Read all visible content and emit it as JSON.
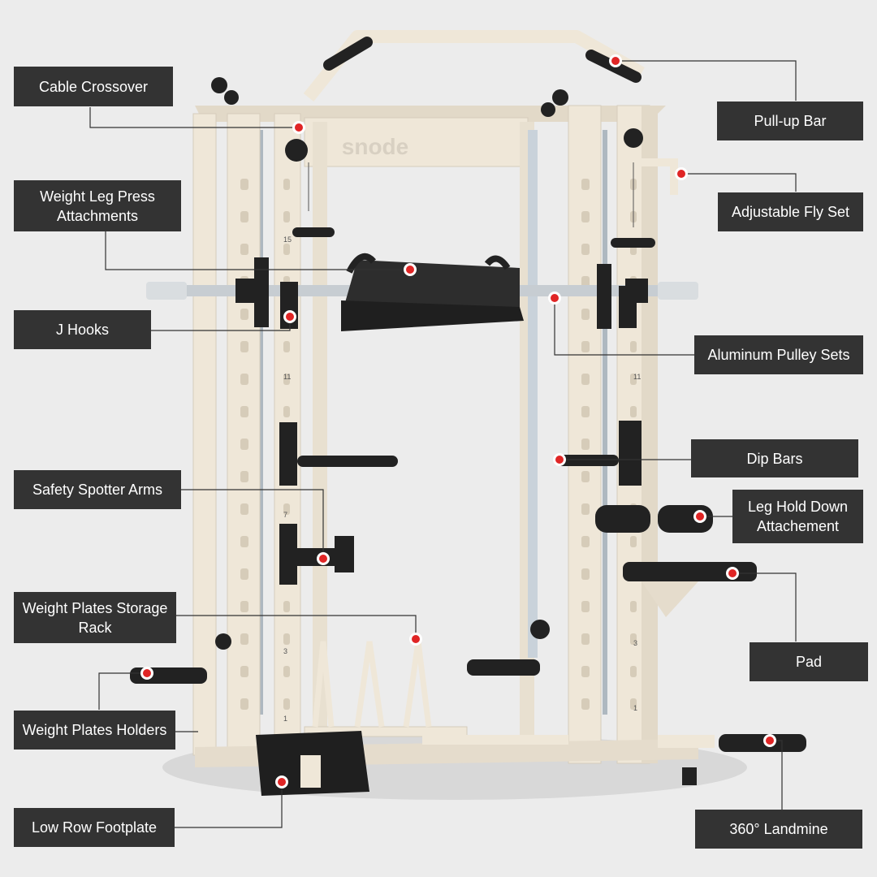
{
  "product": {
    "brand_logo": "snode"
  },
  "callouts": [
    {
      "key": "cable-crossover",
      "label": "Cable Crossover"
    },
    {
      "key": "pull-up-bar",
      "label": "Pull-up Bar"
    },
    {
      "key": "weight-leg-press",
      "label": "Weight Leg Press\nAttachments"
    },
    {
      "key": "adjustable-fly-set",
      "label": "Adjustable Fly Set"
    },
    {
      "key": "j-hooks",
      "label": "J Hooks"
    },
    {
      "key": "aluminum-pulley-sets",
      "label": "Aluminum Pulley Sets"
    },
    {
      "key": "dip-bars",
      "label": "Dip Bars"
    },
    {
      "key": "safety-spotter-arms",
      "label": "Safety Spotter Arms"
    },
    {
      "key": "leg-hold-down",
      "label": "Leg Hold Down\nAttachement"
    },
    {
      "key": "pad",
      "label": "Pad"
    },
    {
      "key": "weight-plates-storage-rack",
      "label": "Weight Plates Storage\nRack"
    },
    {
      "key": "weight-plates-holders",
      "label": "Weight Plates Holders"
    },
    {
      "key": "low-row-footplate",
      "label": "Low Row Footplate"
    },
    {
      "key": "landmine",
      "label": "360° Landmine"
    }
  ],
  "upright_numbers": [
    "15",
    "11",
    "7",
    "3",
    "1"
  ],
  "colors": {
    "background": "#ececec",
    "frame": "#efe7d8",
    "frame_shade": "#d9d0bf",
    "black_parts": "#222222",
    "label_bg": "#333333",
    "label_text": "#ffffff",
    "marker": "#e02525",
    "leader": "#333333"
  }
}
